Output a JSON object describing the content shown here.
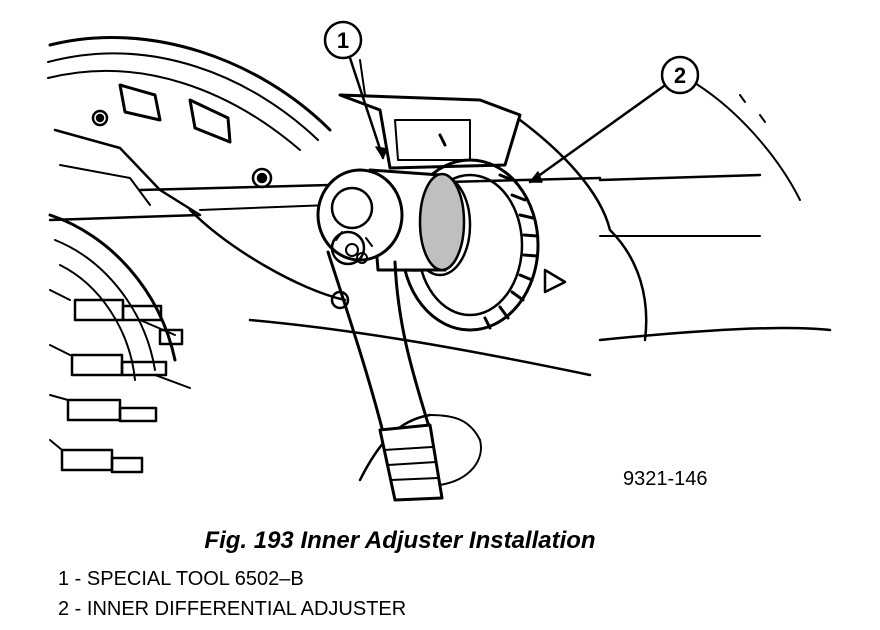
{
  "figure": {
    "id_label": "9321-146",
    "callouts": [
      {
        "number": "1"
      },
      {
        "number": "2"
      }
    ]
  },
  "caption": "Fig. 193 Inner Adjuster Installation",
  "legend": [
    {
      "text": "1 - SPECIAL TOOL 6502–B"
    },
    {
      "text": "2 - INNER DIFFERENTIAL ADJUSTER"
    }
  ]
}
